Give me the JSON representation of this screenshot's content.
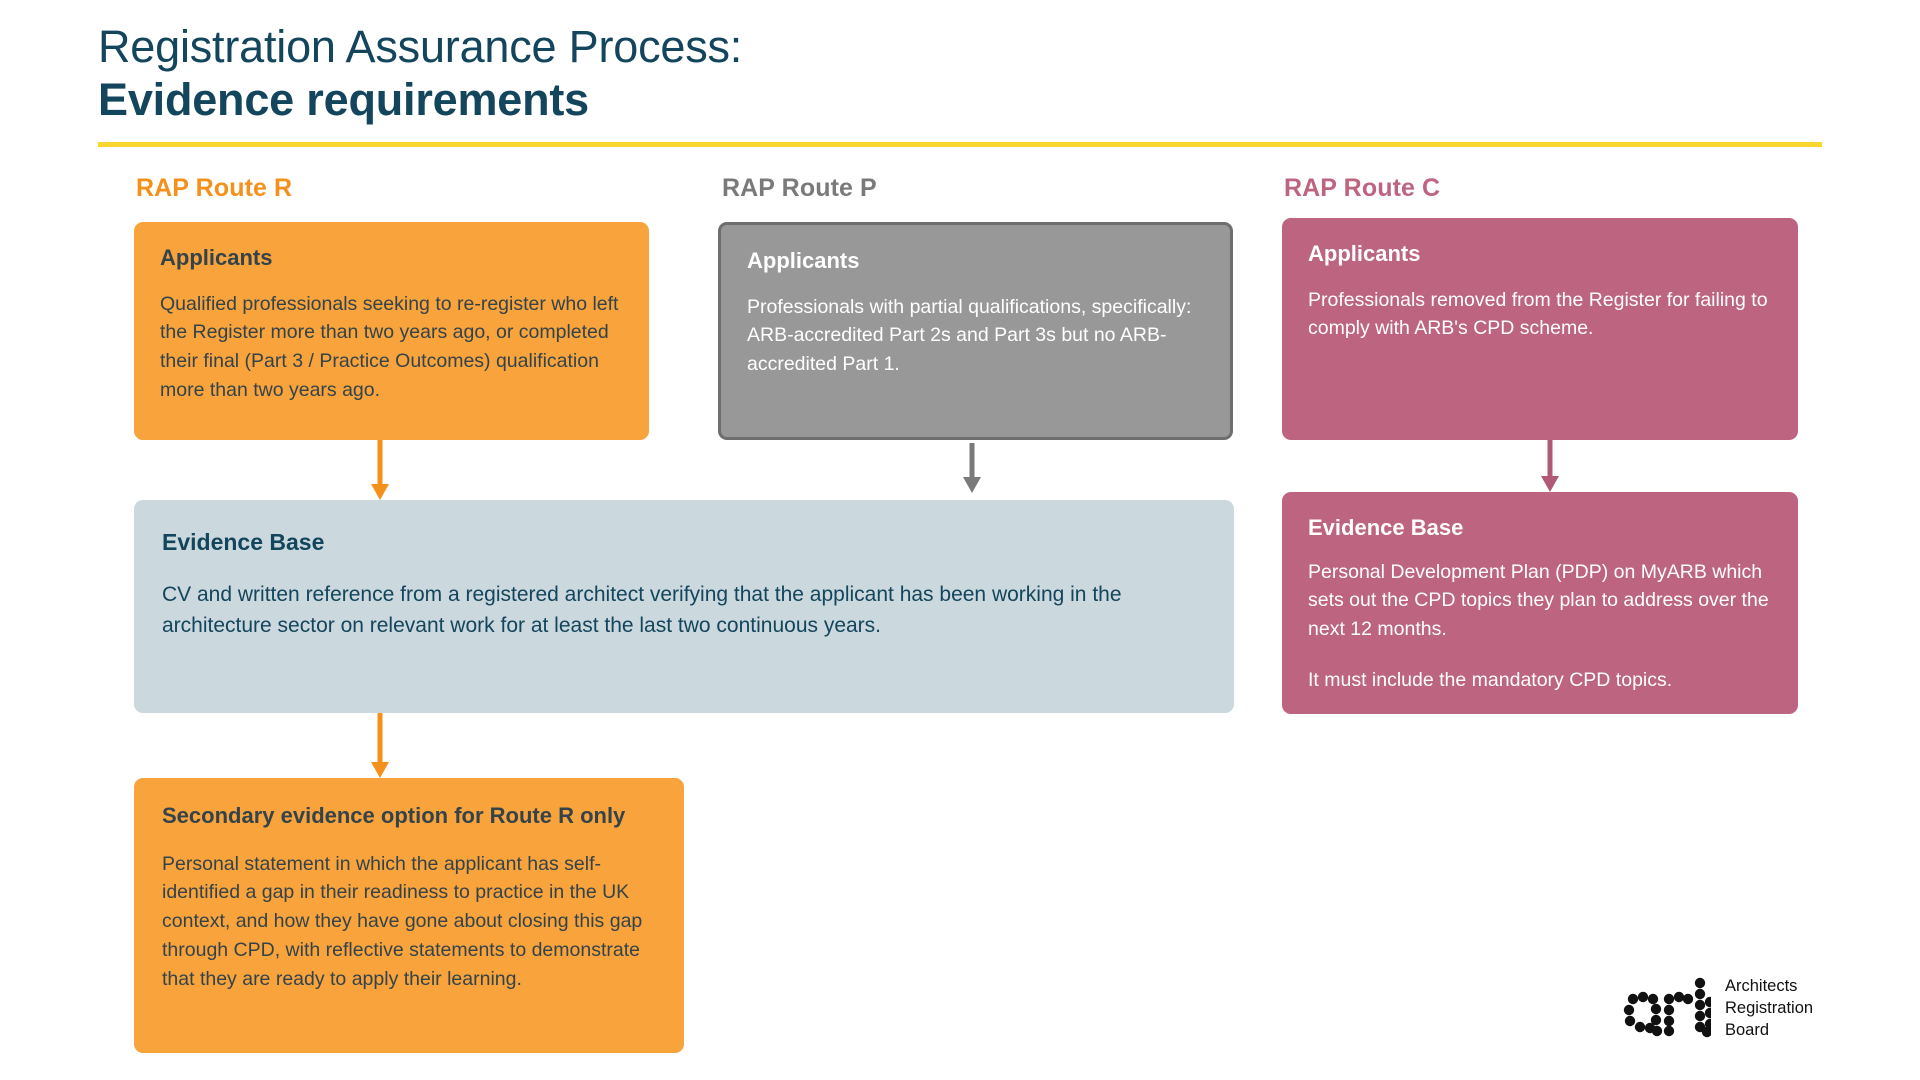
{
  "title": {
    "line1": "Registration Assurance Process:",
    "line2": "Evidence requirements"
  },
  "colors": {
    "title_navy": "#13455C",
    "rule_yellow": "#FCD630",
    "route_r_orange": "#F5901B",
    "route_p_grey": "#7A7A7A",
    "route_c_pink": "#BD6480",
    "card_orange": "#F8A33C",
    "card_grey": "#989898",
    "card_pink": "#BD6480",
    "card_blue_grey": "#CBD8DD",
    "body_dark": "#34434A"
  },
  "columns": {
    "route_r": {
      "header": "RAP Route R"
    },
    "route_p": {
      "header": "RAP Route P"
    },
    "route_c": {
      "header": "RAP Route C"
    }
  },
  "cards": {
    "applicants_r": {
      "title": "Applicants",
      "body": "Qualified professionals seeking to re-register who left the Register more than two years ago, or completed their final (Part 3 / Practice Outcomes) qualification more than two years ago."
    },
    "applicants_p": {
      "title": "Applicants",
      "body": "Professionals with partial qualifications, specifically: ARB-accredited Part 2s and Part 3s but no ARB-accredited Part 1."
    },
    "applicants_c": {
      "title": "Applicants",
      "body": "Professionals removed from the Register for failing to comply with ARB's CPD scheme."
    },
    "evidence_base_left": {
      "title": "Evidence Base",
      "body": "CV and written reference from a registered architect verifying that the applicant has been working in the architecture sector on relevant work for at least the last two continuous years."
    },
    "evidence_base_right": {
      "title": "Evidence Base",
      "body_1": "Personal Development Plan (PDP) on MyARB which sets out the CPD topics they plan to address over the next 12 months.",
      "body_2": "It must include the mandatory CPD topics."
    },
    "secondary_evidence": {
      "title": "Secondary evidence option for Route R only",
      "body": "Personal statement in which the applicant has self-identified a gap in their readiness to practice in the UK context, and how they have gone about closing this gap through CPD, with reflective statements to demonstrate that they are ready to apply their learning."
    }
  },
  "logo": {
    "mark": "arb-dotted-logo",
    "line1": "Architects",
    "line2": "Registration",
    "line3": "Board"
  }
}
